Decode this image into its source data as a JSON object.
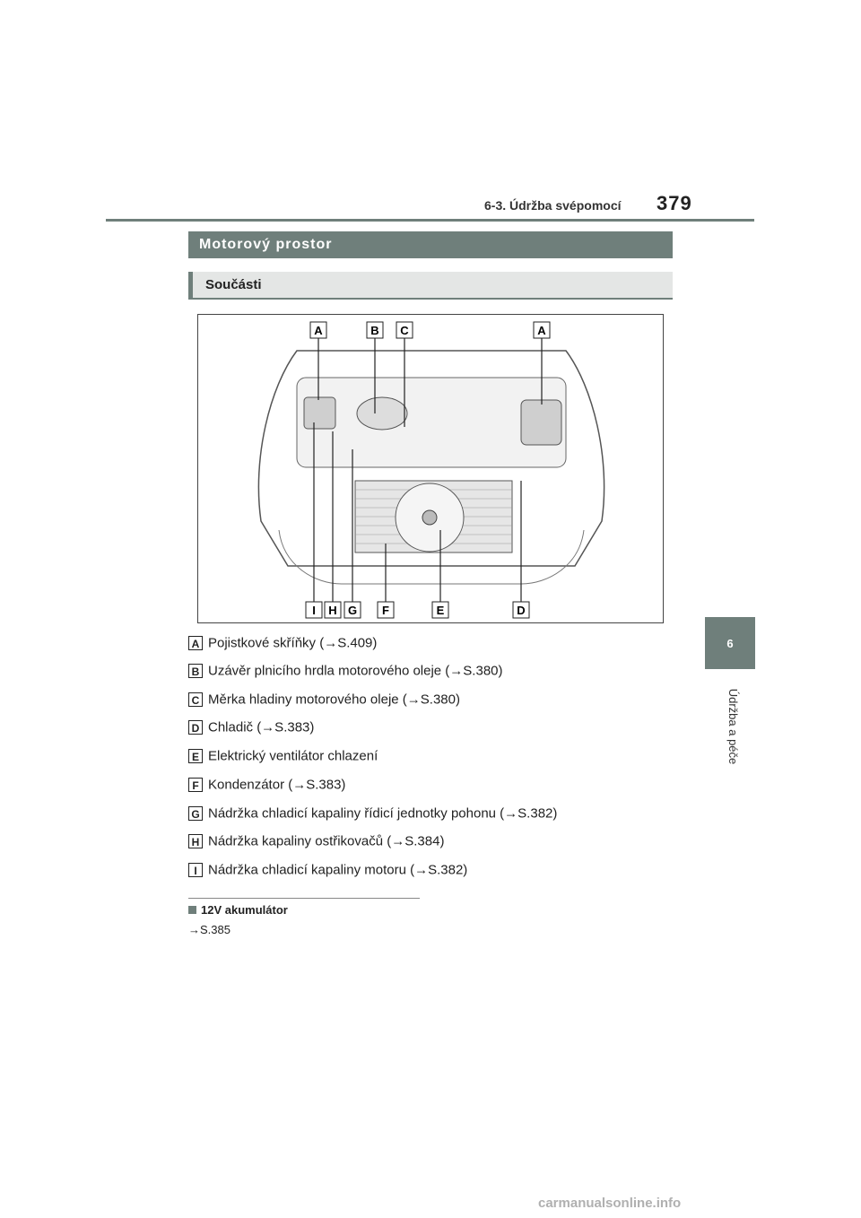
{
  "header": {
    "section": "6-3. Údržba svépomocí",
    "page_number": "379"
  },
  "side_tab": {
    "chapter": "6",
    "label": "Údržba a péče"
  },
  "titles": {
    "main": "Motorový prostor",
    "sub": "Součásti"
  },
  "figure_labels": {
    "top": [
      "A",
      "B",
      "C",
      "A"
    ],
    "bottom": [
      "I",
      "H",
      "G",
      "F",
      "E",
      "D"
    ]
  },
  "items": [
    {
      "letter": "A",
      "text": "Pojistkové skříňky (→S.409)"
    },
    {
      "letter": "B",
      "text": "Uzávěr plnicího hrdla motorového oleje (→S.380)"
    },
    {
      "letter": "C",
      "text": "Měrka hladiny motorového oleje (→S.380)"
    },
    {
      "letter": "D",
      "text": "Chladič (→S.383)"
    },
    {
      "letter": "E",
      "text": "Elektrický ventilátor chlazení"
    },
    {
      "letter": "F",
      "text": "Kondenzátor (→S.383)"
    },
    {
      "letter": "G",
      "text": "Nádržka chladicí kapaliny řídicí jednotky pohonu (→S.382)"
    },
    {
      "letter": "H",
      "text": "Nádržka kapaliny ostřikovačů (→S.384)"
    },
    {
      "letter": "I",
      "text": "Nádržka chladicí kapaliny motoru (→S.382)"
    }
  ],
  "battery": {
    "title": "12V akumulátor",
    "ref": "→S.385"
  },
  "watermark": "carmanualsonline.info"
}
